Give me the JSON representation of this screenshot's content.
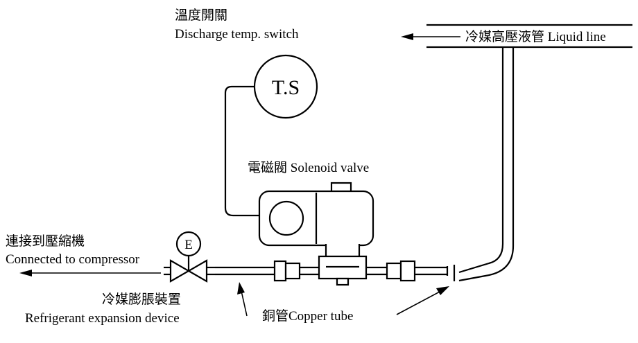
{
  "labels": {
    "temp_switch_zh": "溫度開關",
    "temp_switch_en": "Discharge temp. switch",
    "ts_symbol": "T.S",
    "liquid_line": "冷媒高壓液管 Liquid line",
    "solenoid_valve": "電磁閥 Solenoid valve",
    "compressor_zh": "連接到壓縮機",
    "compressor_en": "Connected to compressor",
    "expansion_symbol": "E",
    "expansion_zh": "冷媒膨脹裝置",
    "expansion_en": "Refrigerant expansion device",
    "copper_tube": "銅管Copper tube"
  },
  "colors": {
    "line": "#000000",
    "background": "#ffffff"
  }
}
